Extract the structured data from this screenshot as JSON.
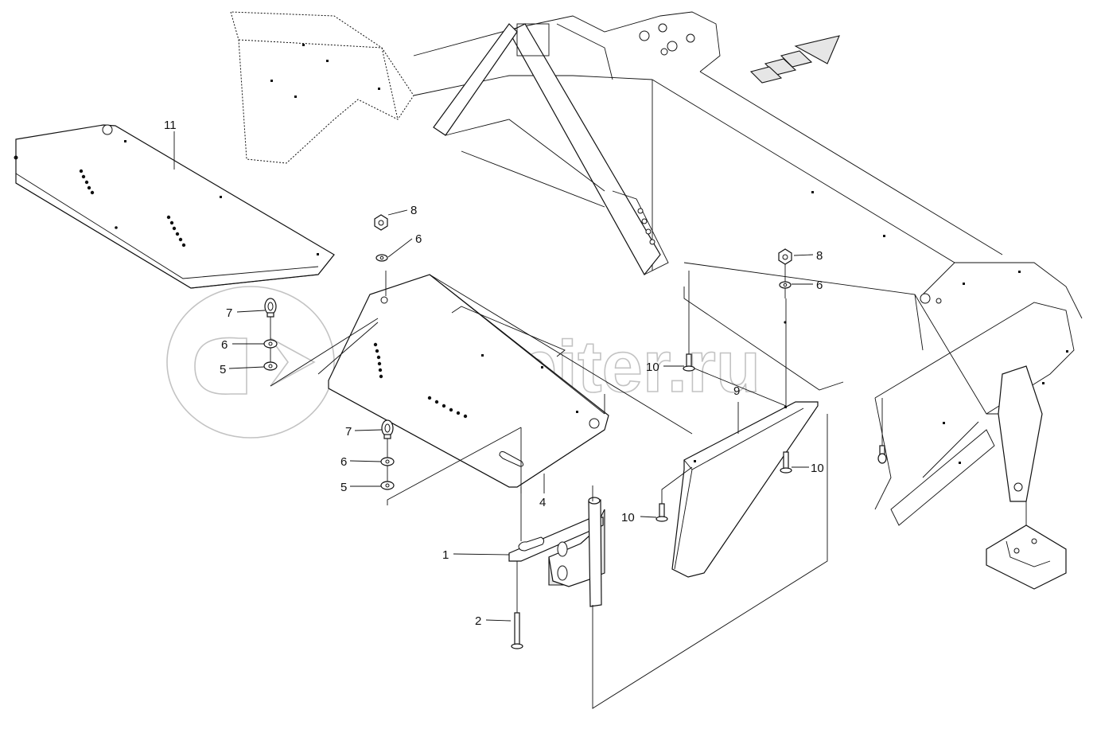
{
  "diagram": {
    "callouts": {
      "c1": "1",
      "c2": "2",
      "c4": "4",
      "c5a": "5",
      "c5b": "5",
      "c6a": "6",
      "c6b": "6",
      "c6c": "6",
      "c6d": "6",
      "c7a": "7",
      "c7b": "7",
      "c8a": "8",
      "c8b": "8",
      "c9": "9",
      "c10a": "10",
      "c10b": "10",
      "c10c": "10",
      "c11": "11"
    },
    "watermark": {
      "text": "autopiter.ru"
    },
    "colors": {
      "line": "#111111",
      "watermark": "#b9b9b9",
      "background": "#ffffff"
    }
  }
}
